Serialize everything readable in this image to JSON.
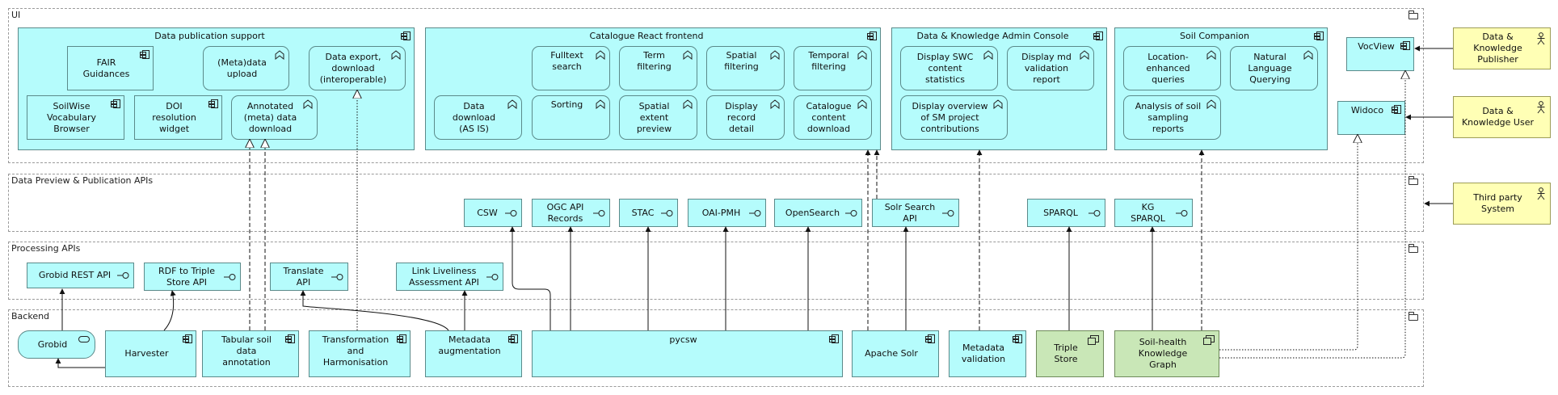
{
  "layers": {
    "ui": "UI",
    "preview": "Data Preview & Publication APIs",
    "processing": "Processing APIs",
    "backend": "Backend"
  },
  "ui": {
    "data_publication_support": {
      "title": "Data publication support",
      "fair_guidances": "FAIR\nGuidances",
      "meta_upload": "(Meta)data\nupload",
      "data_export": "Data export,\ndownload\n(interoperable)",
      "vocab_browser": "SoilWise\nVocabulary\nBrowser",
      "doi_widget": "DOI\nresolution\nwidget",
      "annotated_download": "Annotated\n(meta) data\ndownload"
    },
    "catalogue_frontend": {
      "title": "Catalogue React frontend",
      "fulltext_search": "Fulltext\nsearch",
      "term_filtering": "Term\nfiltering",
      "spatial_filtering": "Spatial\nfiltering",
      "temporal_filtering": "Temporal\nfiltering",
      "data_download": "Data\ndownload\n(AS IS)",
      "sorting": "Sorting",
      "spatial_extent_preview": "Spatial\nextent\npreview",
      "display_record_detail": "Display\nrecord\ndetail",
      "catalogue_content_download": "Catalogue\ncontent\ndownload"
    },
    "admin_console": {
      "title": "Data & Knowledge Admin Console",
      "display_swc_stats": "Display SWC\ncontent\nstatistics",
      "display_md_validation": "Display md\nvalidation\nreport",
      "display_sm_contributions": "Display overview\nof SM project\ncontributions"
    },
    "soil_companion": {
      "title": "Soil Companion",
      "location_queries": "Location-\nenhanced\nqueries",
      "nl_querying": "Natural\nLanguage\nQuerying",
      "sampling_reports": "Analysis of soil\nsampling\nreports"
    },
    "vocview": "VocView",
    "widoco": "Widoco"
  },
  "actors": {
    "publisher": "Data &\nKnowledge\nPublisher",
    "user": "Data &\nKnowledge User",
    "third_party": "Third party\nSystem"
  },
  "preview_apis": {
    "csw": "CSW",
    "ogc_records": "OGC API\nRecords",
    "stac": "STAC",
    "oai_pmh": "OAI-PMH",
    "opensearch": "OpenSearch",
    "solr_api": "Solr Search\nAPI",
    "sparql": "SPARQL",
    "kg_sparql": "KG\nSPARQL"
  },
  "processing_apis": {
    "grobid_api": "Grobid REST API",
    "rdf_api": "RDF to Triple\nStore API",
    "translate_api": "Translate\nAPI",
    "link_liveliness_api": "Link Liveliness\nAssessment API"
  },
  "backend": {
    "grobid": "Grobid",
    "harvester": "Harvester",
    "tabular_annotation": "Tabular soil\ndata\nannotation",
    "transformation": "Transformation\nand\nHarmonisation",
    "metadata_augmentation": "Metadata\naugmentation",
    "pycsw": "pycsw",
    "apache_solr": "Apache Solr",
    "metadata_validation": "Metadata\nvalidation",
    "triple_store": "Triple\nStore",
    "soil_health_kg": "Soil-health\nKnowledge\nGraph"
  },
  "colors": {
    "application": "#b5fcfc",
    "technology": "#c9e7b7",
    "business": "#ffffb5"
  }
}
